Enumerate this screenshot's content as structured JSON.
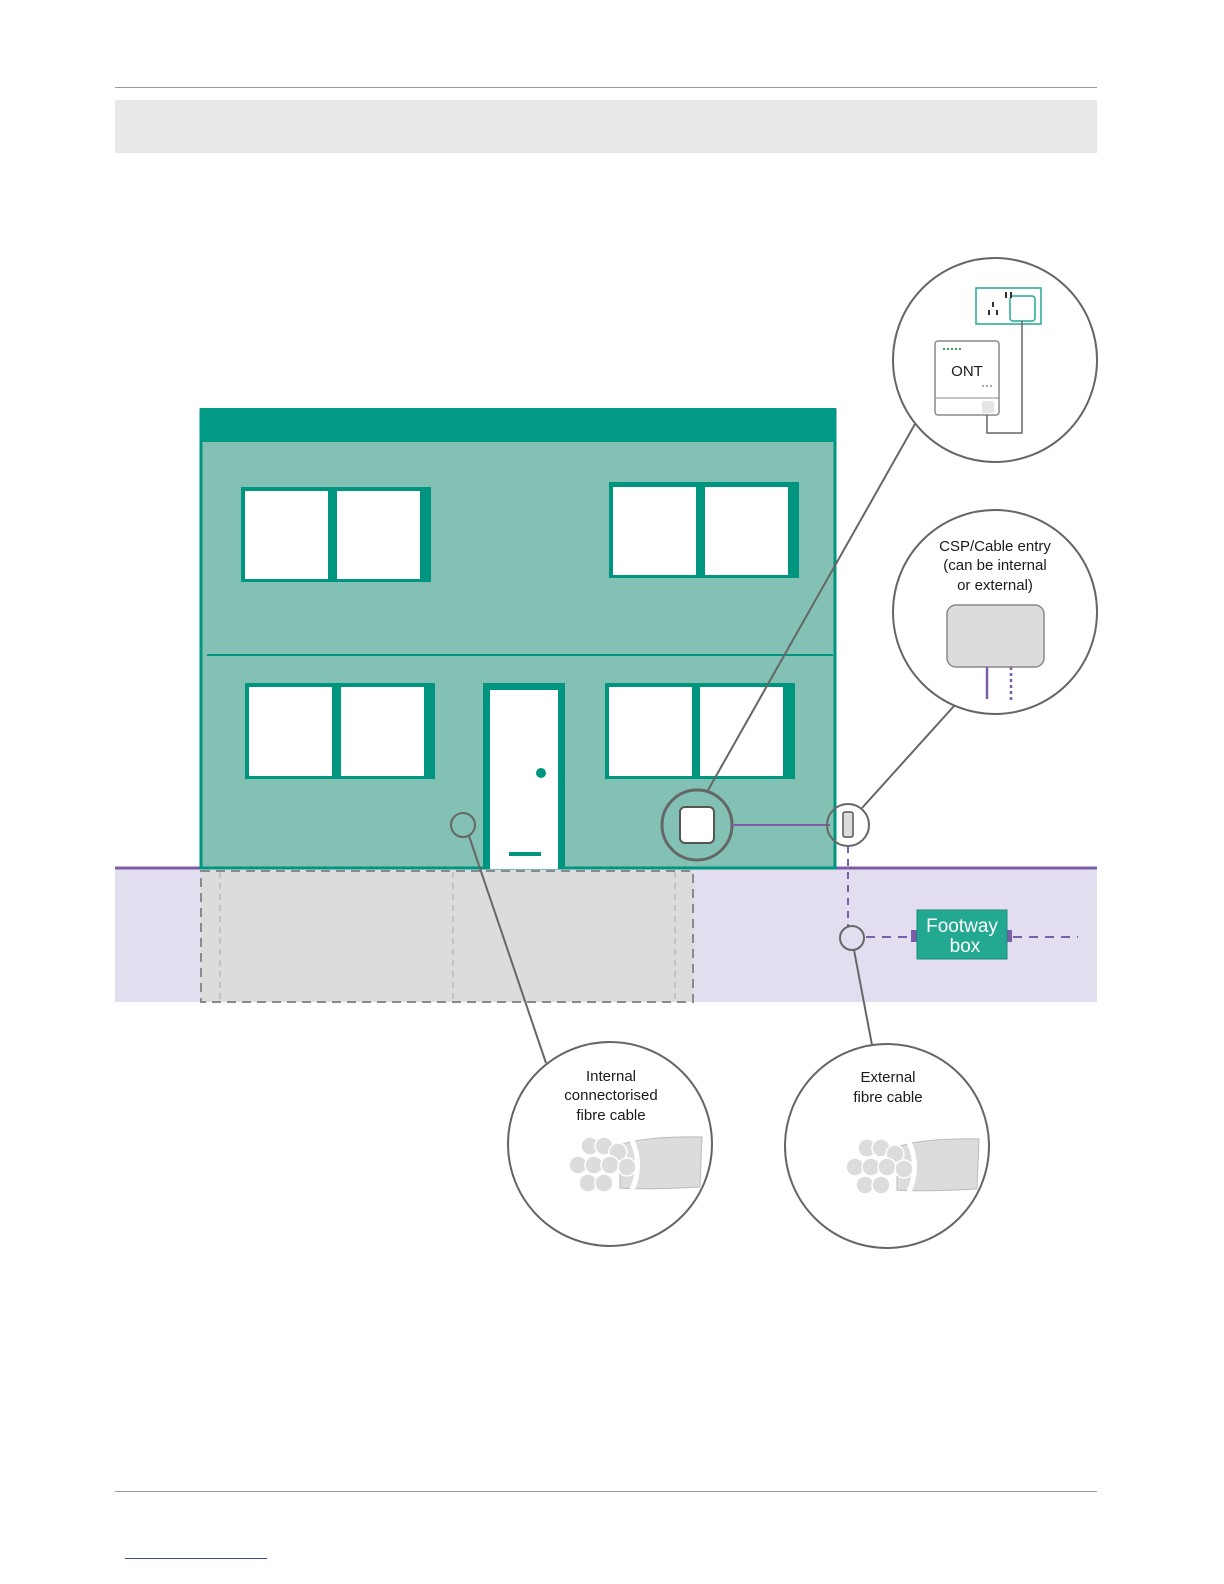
{
  "colors": {
    "roof": "#009a86",
    "wall": "#82c1b4",
    "frame": "#00957f",
    "ground": "#e2deef",
    "ground_line": "#7b5ea7",
    "cable": "#7b5ea7",
    "footway_box": "#23a892",
    "callout_stroke": "#666666",
    "gray_fill": "#dcdcdc"
  },
  "callouts": {
    "ont": {
      "label": "ONT"
    },
    "csp": {
      "line1": "CSP/Cable entry",
      "line2": "(can be internal",
      "line3": "or external)"
    },
    "internal": {
      "line1": "Internal",
      "line2": "connectorised",
      "line3": "fibre cable"
    },
    "external": {
      "line1": "External",
      "line2": "fibre cable"
    }
  },
  "footway_box": {
    "line1": "Footway",
    "line2": "box"
  }
}
